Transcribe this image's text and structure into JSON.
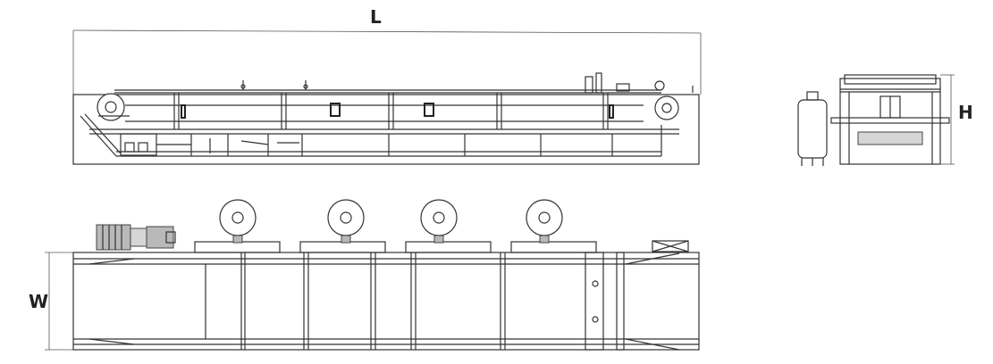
{
  "dimensions": {
    "length_label": "L",
    "height_label": "H",
    "width_label": "W"
  }
}
